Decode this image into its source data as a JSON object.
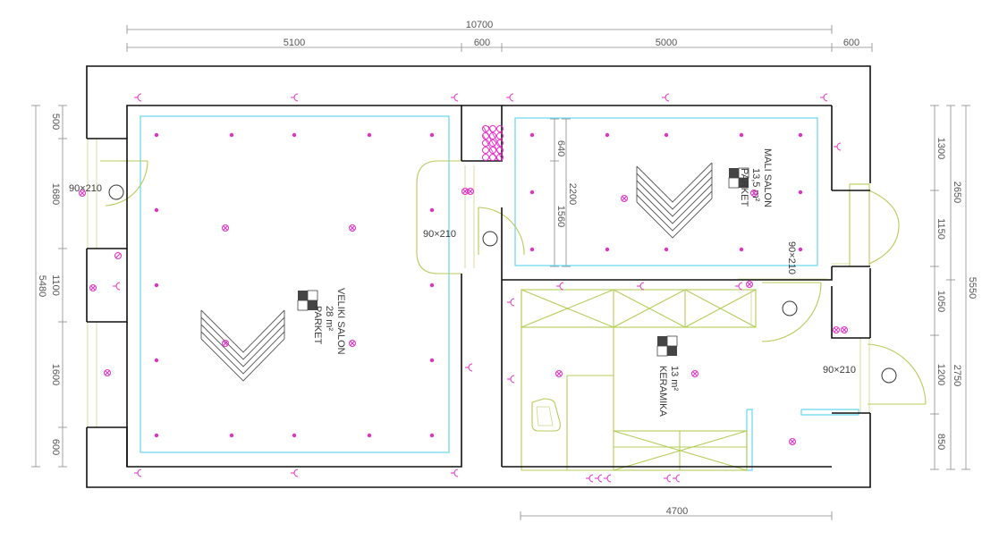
{
  "dimensions": {
    "top_total": "10700",
    "top_segments": [
      "5100",
      "600",
      "5000",
      "600"
    ],
    "bottom": "4700",
    "left_total": "5480",
    "left_segments": [
      "500",
      "1680",
      "1100",
      "1600",
      "600"
    ],
    "right_total": "5550",
    "right_mid": [
      "2650",
      "2750"
    ],
    "right_segments": [
      "1300",
      "1150",
      "1050",
      "1200",
      "850"
    ],
    "inner_small": [
      "640",
      "1560"
    ],
    "inner_big": "2200"
  },
  "rooms": {
    "veliki": {
      "name": "VELIKI SALON",
      "area": "28 m²",
      "floor": "PARKET"
    },
    "mali": {
      "name": "MALI SALON",
      "area": "13,5 m²",
      "floor": "PARKET"
    },
    "kuhinja": {
      "area": "13 m²",
      "floor": "KERAMIKA"
    }
  },
  "doors": {
    "entrance": "90×210",
    "middle": "90×210",
    "hall": "90×210",
    "right": "90×210"
  },
  "colors": {
    "walls": "#111111",
    "ceiling_outline": "#66d6ee",
    "furniture": "#b5cc58",
    "electrical": "#e62ec8",
    "dimension": "#8a8a8a"
  },
  "symbols": {
    "ceiling_light": "circle-x-icon",
    "socket": "socket-icon",
    "spot_light": "dot-icon",
    "flooring": "checker-icon"
  }
}
